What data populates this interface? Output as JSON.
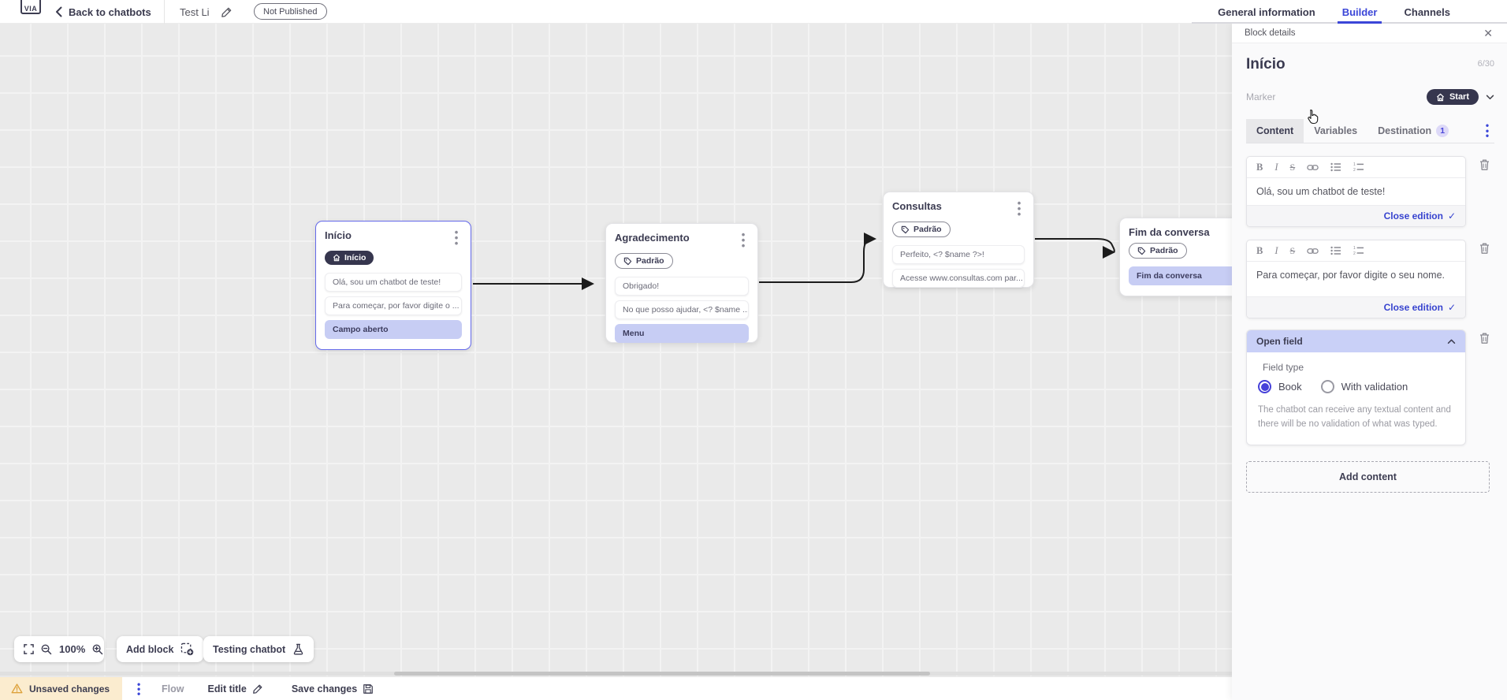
{
  "topbar": {
    "logo_text": "VIA",
    "back_label": "Back to chatbots",
    "bot_title": "Test Li",
    "status_badge": "Not Published",
    "tabs": [
      {
        "label": "General information",
        "active": false
      },
      {
        "label": "Builder",
        "active": true
      },
      {
        "label": "Channels",
        "active": false
      }
    ]
  },
  "canvas": {
    "blocks": [
      {
        "title": "Início",
        "marker": "Início",
        "rows": [
          {
            "text": "Olá, sou um chatbot de teste!"
          },
          {
            "text": "Para começar, por favor digite o ..."
          },
          {
            "text": "Campo aberto"
          }
        ]
      },
      {
        "title": "Agradecimento",
        "marker": "Padrão",
        "rows": [
          {
            "text": "Obrigado!"
          },
          {
            "text": "No que posso ajudar, <? $name ..."
          },
          {
            "text": "Menu"
          }
        ]
      },
      {
        "title": "Consultas",
        "marker": "Padrão",
        "rows": [
          {
            "text": "Perfeito, <? $name ?>!"
          },
          {
            "text": "Acesse www.consultas.com par..."
          }
        ]
      },
      {
        "title": "Fim da conversa",
        "marker": "Padrão",
        "rows": [
          {
            "text": "Fim da conversa"
          }
        ]
      }
    ],
    "toolbar": {
      "zoom_level": "100%",
      "add_block_label": "Add block",
      "testing_label": "Testing chatbot"
    }
  },
  "statusbar": {
    "unsaved_label": "Unsaved changes",
    "flow_label": "Flow",
    "edit_title_label": "Edit title",
    "save_label": "Save changes"
  },
  "panel": {
    "header": "Block details",
    "block_name": "Início",
    "name_counter": "6/30",
    "marker_label": "Marker",
    "marker_value": "Start",
    "tabs": [
      {
        "label": "Content"
      },
      {
        "label": "Variables"
      },
      {
        "label": "Destination",
        "badge": "1"
      }
    ],
    "editor_toolbar": {
      "bold": "B",
      "italic": "I",
      "strike": "S"
    },
    "editors": [
      {
        "text": "Olá, sou um chatbot de teste!",
        "close_label": "Close edition"
      },
      {
        "text": "Para começar, por favor digite o seu nome.",
        "close_label": "Close edition"
      }
    ],
    "open_field": {
      "title": "Open field",
      "field_type_label": "Field type",
      "options": [
        {
          "label": "Book",
          "selected": true
        },
        {
          "label": "With validation",
          "selected": false
        }
      ],
      "help_text": "The chatbot can receive any textual content and there will be no validation of what was typed."
    },
    "add_content_label": "Add content"
  },
  "glyphs": {
    "close": "✕",
    "check": "✓"
  },
  "colors": {
    "accent_blue": "#3b46d8",
    "dark_pill": "#36364e",
    "selected_border": "#6469ea",
    "row_highlight": "#c7cdf4",
    "open_field_header": "#c9d0f7",
    "destination_badge_bg": "#ddd9f8",
    "warning_bg": "#fbeccf",
    "canvas_bg": "#eaeaea"
  }
}
